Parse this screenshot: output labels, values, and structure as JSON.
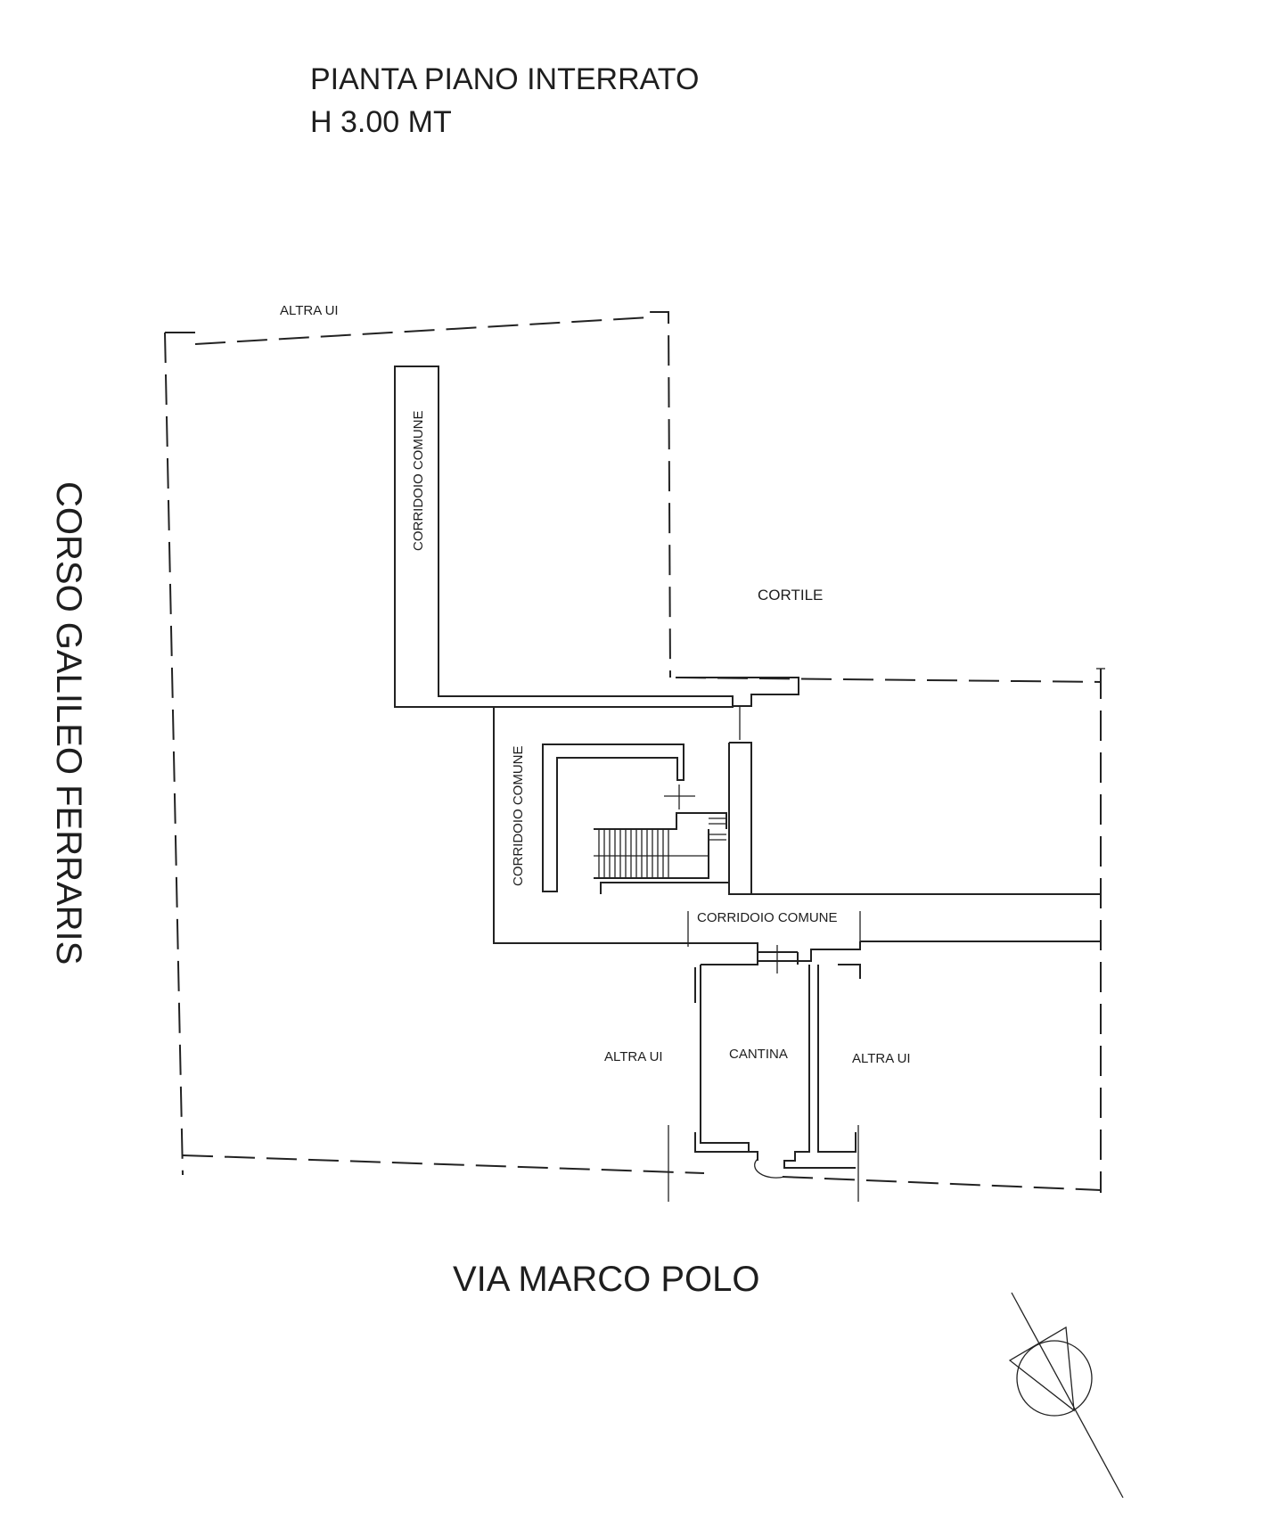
{
  "drawing": {
    "title_line1": "PIANTA PIANO INTERRATO",
    "title_line2": "H 3.00 MT",
    "street_left": "CORSO GALILEO FERRARIS",
    "street_bottom": "VIA MARCO POLO"
  },
  "labels": {
    "altra_ui_top": "ALTRA UI",
    "corridoio_vertical_1": "CORRIDOIO COMUNE",
    "corridoio_vertical_2": "CORRIDOIO COMUNE",
    "corridoio_horizontal": "CORRIDOIO COMUNE",
    "cortile": "CORTILE",
    "altra_ui_left": "ALTRA UI",
    "cantina": "CANTINA",
    "altra_ui_right": "ALTRA UI"
  },
  "icons": {
    "north_arrow": "north-arrow-icon"
  }
}
